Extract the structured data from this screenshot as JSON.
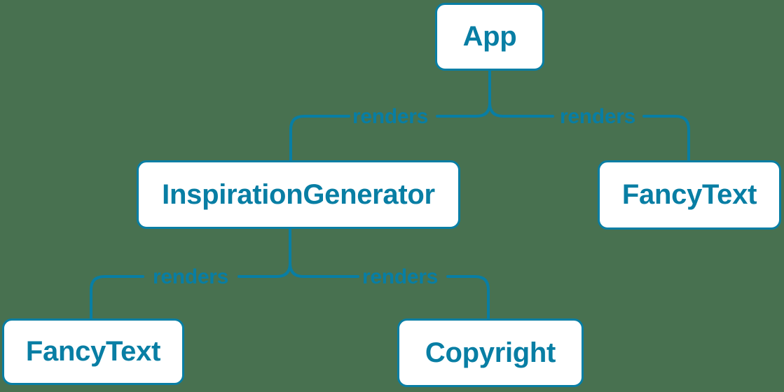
{
  "diagram": {
    "type": "component-render-tree",
    "colors": {
      "accent": "#087ea4",
      "node_fill": "#ffffff",
      "background": "#487150"
    },
    "nodes": [
      {
        "id": "app",
        "label": "App"
      },
      {
        "id": "inspiration-generator",
        "label": "InspirationGenerator"
      },
      {
        "id": "fancy-text-top",
        "label": "FancyText"
      },
      {
        "id": "fancy-text-bottom",
        "label": "FancyText"
      },
      {
        "id": "copyright",
        "label": "Copyright"
      }
    ],
    "edges": [
      {
        "from": "App",
        "to": "InspirationGenerator",
        "label": "renders"
      },
      {
        "from": "App",
        "to": "FancyText",
        "label": "renders"
      },
      {
        "from": "InspirationGenerator",
        "to": "FancyText",
        "label": "renders"
      },
      {
        "from": "InspirationGenerator",
        "to": "Copyright",
        "label": "renders"
      }
    ]
  }
}
